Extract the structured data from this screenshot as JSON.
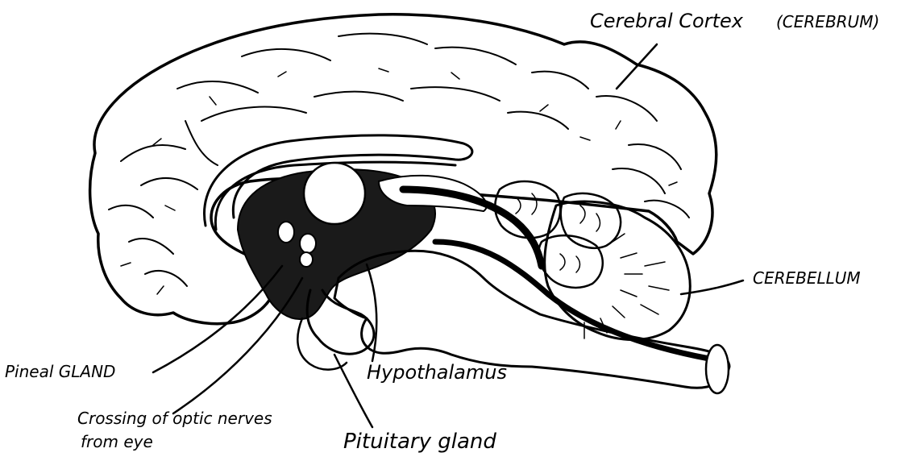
{
  "diagram": {
    "labels": {
      "cerebral_cortex": "Cerebral Cortex",
      "cerebrum": "(CEREBRUM)",
      "cerebellum": "CEREBELLUM",
      "pineal": "Pineal GLAND",
      "hypothalamus": "Hypothalamus",
      "optic_line1": "Crossing of optic nerves",
      "optic_line2": "from eye",
      "pituitary": "Pituitary gland"
    }
  }
}
